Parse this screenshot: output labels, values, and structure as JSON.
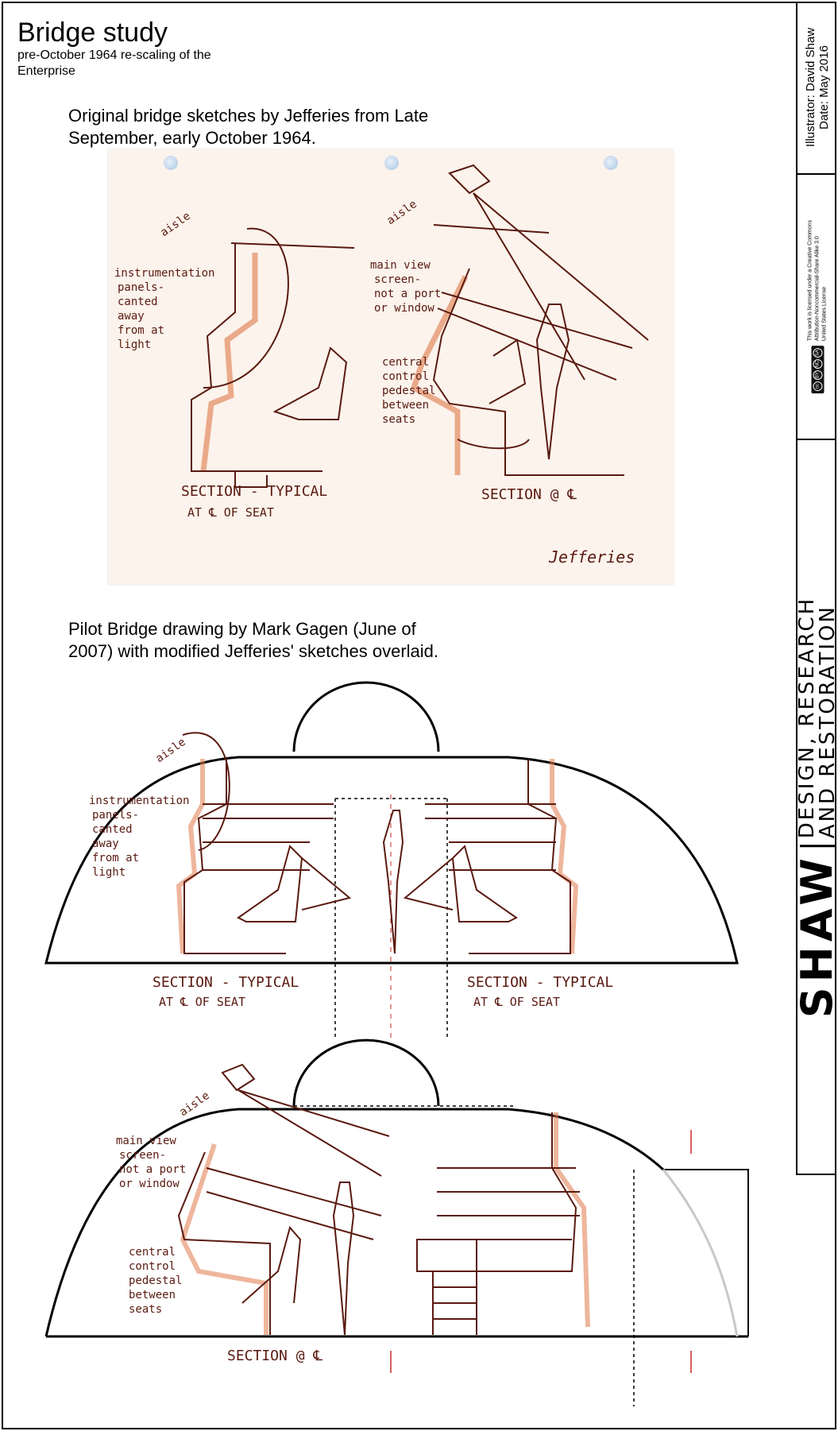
{
  "header": {
    "title": "Bridge study",
    "subtitle": "pre-October 1964 re-scaling of the Enterprise"
  },
  "captions": {
    "original": "Original bridge sketches by Jefferies from Late September, early October 1964.",
    "pilot": "Pilot Bridge drawing by Mark Gagen (June of 2007) with modified Jefferies' sketches overlaid."
  },
  "sidebar": {
    "illustrator": "Illustrator: David Shaw",
    "date": "Date: May 2016",
    "license_lines": [
      "This work is licensed under a Creative Commons",
      "Attribution-Noncommercial-Share Alike 3.0",
      "United States License"
    ],
    "cc_badge": [
      "cc",
      "BY",
      "NC",
      "SA"
    ],
    "brand_line1": "DESIGN, RESEARCH",
    "brand_line2": "AND RESTORATION",
    "brand_name": "SHAW"
  },
  "sketch_labels": {
    "aisle": "aisle",
    "instrumentation": [
      "instrumentation",
      "panels-",
      "canted",
      "away",
      "from at",
      "light"
    ],
    "main_view": [
      "main view",
      "screen-",
      "not a port",
      "or window"
    ],
    "central": [
      "central",
      "control",
      "pedestal",
      "between",
      "seats"
    ],
    "section_typical_1": "SECTION - TYPICAL",
    "section_typical_2": "AT ℄ OF SEAT",
    "section_center": "SECTION @ ℄",
    "signature": "Jefferies"
  },
  "colors": {
    "ink": "#5a1a10",
    "marker": "#e07a4a",
    "paper": "#fbf3ec",
    "redline": "#cc2a2a"
  }
}
